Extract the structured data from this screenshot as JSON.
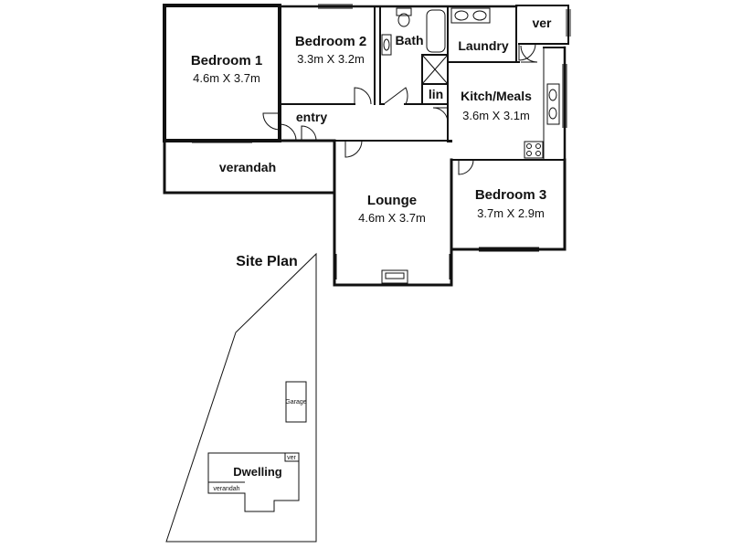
{
  "floor_plan": {
    "rooms": {
      "bedroom1": {
        "name": "Bedroom 1",
        "dims": "4.6m X 3.7m"
      },
      "bedroom2": {
        "name": "Bedroom 2",
        "dims": "3.3m X 3.2m"
      },
      "bath": {
        "name": "Bath"
      },
      "laundry": {
        "name": "Laundry"
      },
      "ver": {
        "name": "ver"
      },
      "lin": {
        "name": "lin"
      },
      "kitchen": {
        "name": "Kitch/Meals",
        "dims": "3.6m X 3.1m"
      },
      "entry": {
        "name": "entry"
      },
      "verandah": {
        "name": "verandah"
      },
      "lounge": {
        "name": "Lounge",
        "dims": "4.6m X 3.7m"
      },
      "bedroom3": {
        "name": "Bedroom 3",
        "dims": "3.7m X 2.9m"
      }
    }
  },
  "site_plan": {
    "title": "Site Plan",
    "garage": "Garage",
    "dwelling": "Dwelling",
    "verandah": "verandah",
    "ver": "ver"
  }
}
